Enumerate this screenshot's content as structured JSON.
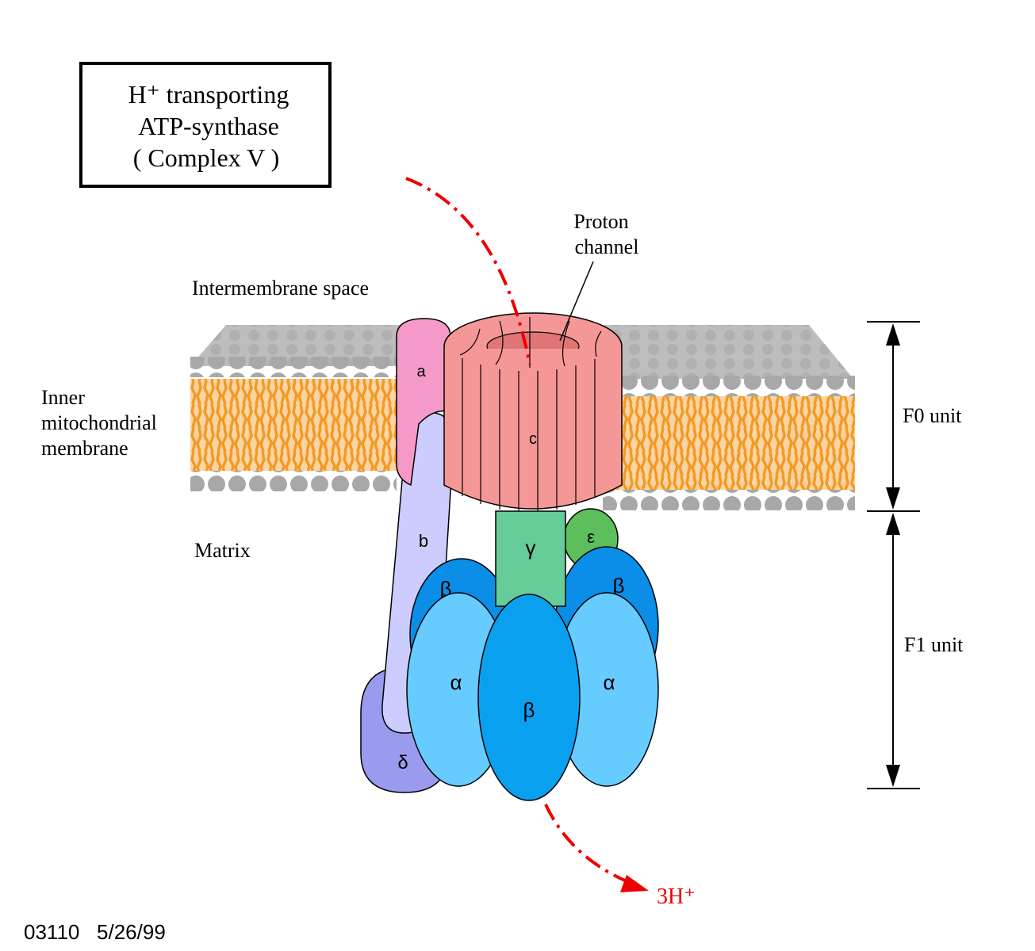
{
  "title_box": {
    "line1": "H⁺ transporting",
    "line2": "ATP-synthase",
    "line3": "( Complex V )"
  },
  "labels": {
    "proton_channel_1": "Proton",
    "proton_channel_2": "channel",
    "intermembrane": "Intermembrane space",
    "inner_1": "Inner",
    "inner_2": "mitochondrial",
    "inner_3": "membrane",
    "matrix": "Matrix",
    "f0": "F0 unit",
    "f1": "F1 unit",
    "product": "3H⁺",
    "footer": "03110   5/26/99"
  },
  "subunits": {
    "a": "a",
    "b": "b",
    "c": "c",
    "gamma": "γ",
    "epsilon": "ε",
    "delta": "δ",
    "alpha": "α",
    "beta": "β"
  },
  "colors": {
    "lipid_tail": "#f6a030",
    "lipid_head": "#a9a9a9",
    "a": "#f59ac8",
    "b": "#ccccff",
    "c": "#f59797",
    "gamma": "#66cc99",
    "epsilon": "#5cbf5c",
    "delta": "#9999ee",
    "alpha": "#66ccff",
    "beta": "#0a8ee8",
    "arrow": "#ee0000"
  }
}
